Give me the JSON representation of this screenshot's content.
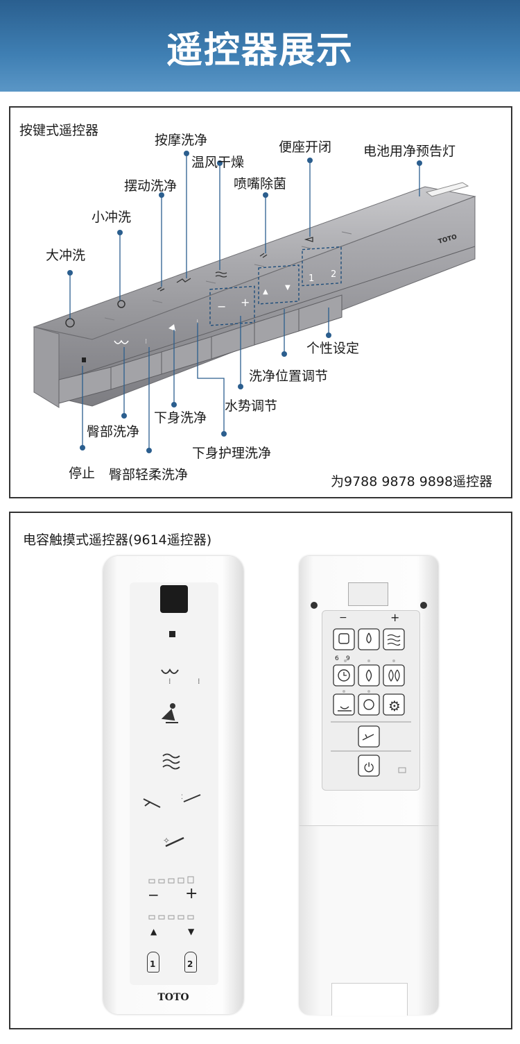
{
  "header": {
    "title": "遥控器展示"
  },
  "button_remote": {
    "title": "按键式遥控器",
    "brand": "TOTO",
    "labels": {
      "massage_wash": "按摩洗净",
      "warm_air_dry": "温风干燥",
      "seat_open_close": "便座开闭",
      "battery_indicator": "电池用净预告灯",
      "oscillating_wash": "摆动洗净",
      "nozzle_sterilize": "喷嘴除菌",
      "small_flush": "小冲洗",
      "big_flush": "大冲洗",
      "personal_setting": "个性设定",
      "wash_position": "洗净位置调节",
      "water_pressure": "水势调节",
      "bidet_wash": "下身洗净",
      "rear_wash": "臀部洗净",
      "bidet_care_wash": "下身护理洗净",
      "stop": "停止",
      "rear_soft_wash": "臀部轻柔洗净"
    },
    "minus": "−",
    "plus": "+",
    "up": "▲",
    "down": "▼",
    "user1": "1",
    "user2": "2",
    "compat_note": "为9788 9878 9898遥控器"
  },
  "touch_remote": {
    "title": "电容触摸式遥控器(9614遥控器)",
    "front": {
      "minus": "−",
      "plus": "+",
      "up": "▲",
      "down": "▼",
      "user1": "1",
      "user2": "2",
      "brand": "TOTO"
    },
    "back": {
      "minus": "−",
      "plus": "+",
      "timer_labels": [
        "6",
        "9"
      ]
    }
  },
  "colors": {
    "header": "#3a78ad",
    "callout": "#2b5e8e"
  }
}
